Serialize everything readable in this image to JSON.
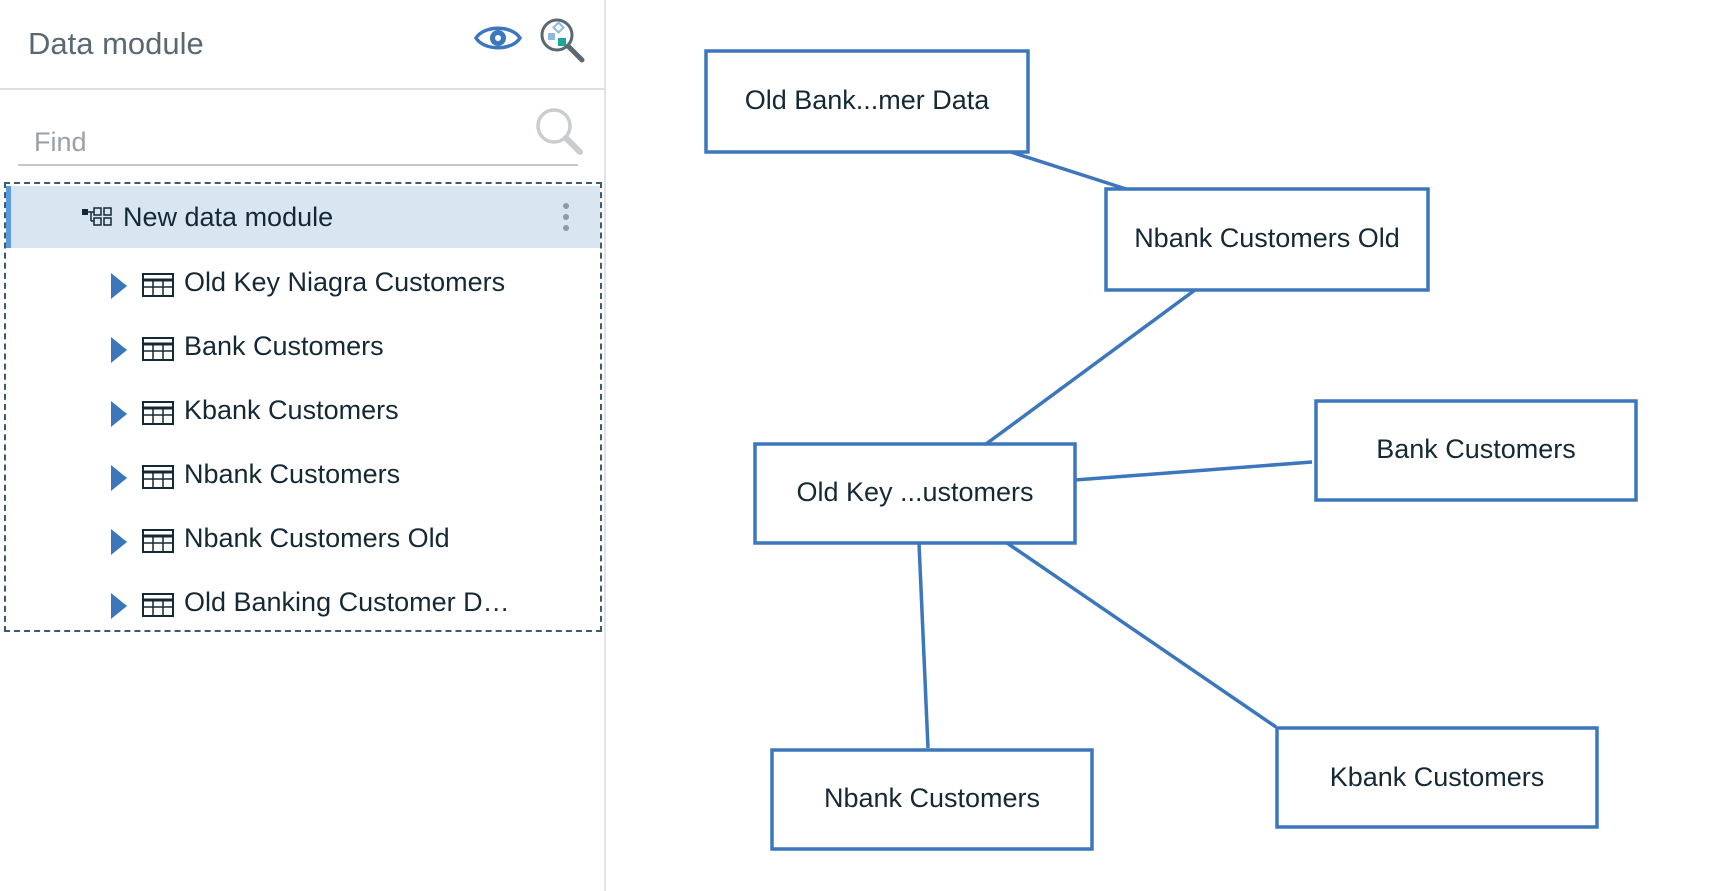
{
  "sidebar": {
    "title": "Data module",
    "find_placeholder": "Find",
    "find_value": "",
    "root": {
      "label": "New data module"
    },
    "items": [
      {
        "label": "Old Key Niagra Customers"
      },
      {
        "label": "Bank Customers"
      },
      {
        "label": "Kbank Customers"
      },
      {
        "label": "Nbank Customers"
      },
      {
        "label": "Nbank Customers Old"
      },
      {
        "label": "Old Banking Customer D…"
      }
    ]
  },
  "diagram": {
    "nodes": [
      {
        "id": "oldbank",
        "label": "Old Bank...mer Data"
      },
      {
        "id": "nbankold",
        "label": "Nbank Customers Old"
      },
      {
        "id": "oldkey",
        "label": "Old Key ...ustomers"
      },
      {
        "id": "bank",
        "label": "Bank Customers"
      },
      {
        "id": "nbank",
        "label": "Nbank Customers"
      },
      {
        "id": "kbank",
        "label": "Kbank Customers"
      }
    ],
    "edges": [
      [
        "oldbank",
        "nbankold"
      ],
      [
        "nbankold",
        "oldkey"
      ],
      [
        "oldkey",
        "bank"
      ],
      [
        "oldkey",
        "nbank"
      ],
      [
        "oldkey",
        "kbank"
      ]
    ]
  },
  "colors": {
    "accent": "#3c76bc",
    "selected_bg": "#dae5f2",
    "selected_bar": "#5b9bdc",
    "text": "#152935"
  },
  "icons": {
    "preview": "eye-icon",
    "explore": "relationship-search-icon",
    "find": "search-icon",
    "root": "data-module-icon",
    "item": "table-icon",
    "expander": "caret-right-icon",
    "overflow": "more-vertical-icon"
  }
}
